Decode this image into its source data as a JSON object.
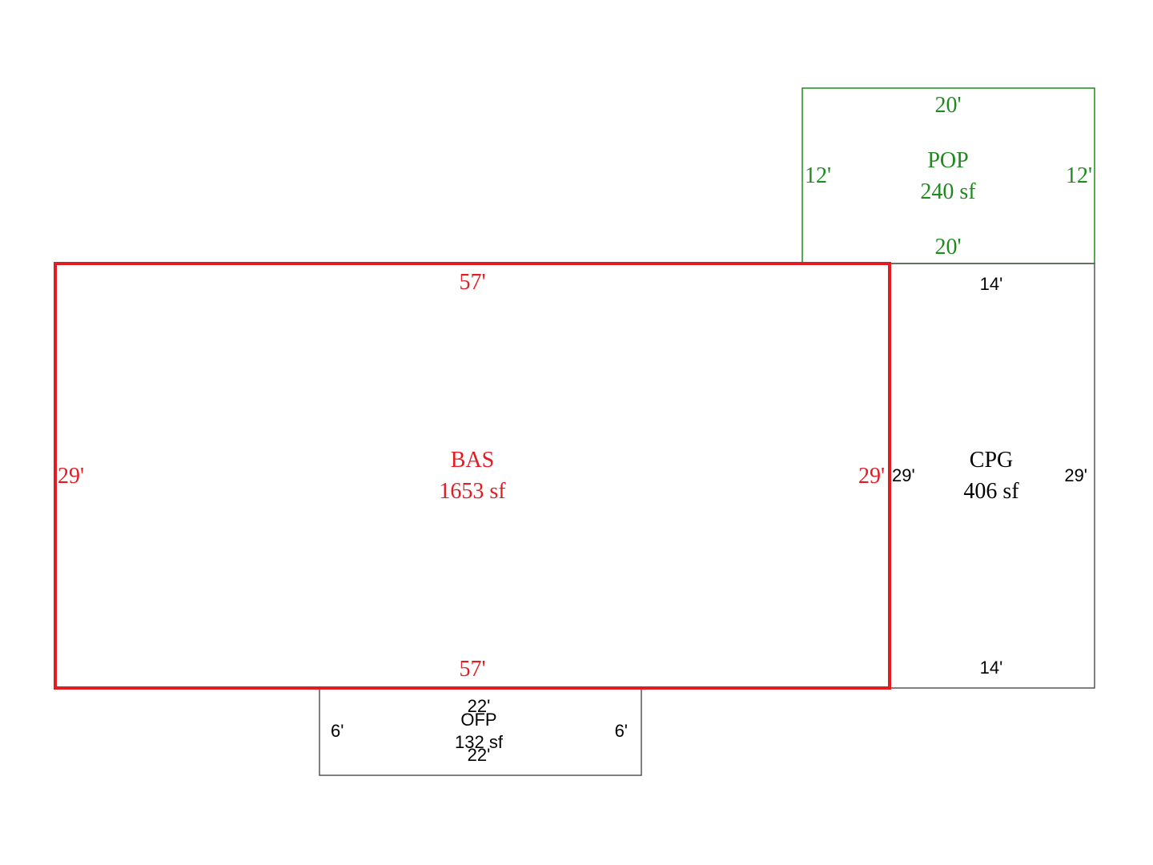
{
  "colors": {
    "bas": "#e31c23",
    "pop": "#1f8a1f",
    "cpg": "#000000",
    "ofp": "#000000",
    "outline": "#555555"
  },
  "areas": {
    "pop": {
      "code": "POP",
      "area": "240 sf",
      "top": "20'",
      "bottom": "20'",
      "left": "12'",
      "right": "12'"
    },
    "bas": {
      "code": "BAS",
      "area": "1653 sf",
      "top": "57'",
      "bottom": "57'",
      "left": "29'",
      "right": "29'"
    },
    "cpg": {
      "code": "CPG",
      "area": "406 sf",
      "top": "14'",
      "bottom": "14'",
      "left": "29'",
      "right": "29'"
    },
    "ofp": {
      "code": "OFP",
      "area": "132 sf",
      "top": "22'",
      "bottom": "22'",
      "left": "6'",
      "right": "6'"
    }
  }
}
